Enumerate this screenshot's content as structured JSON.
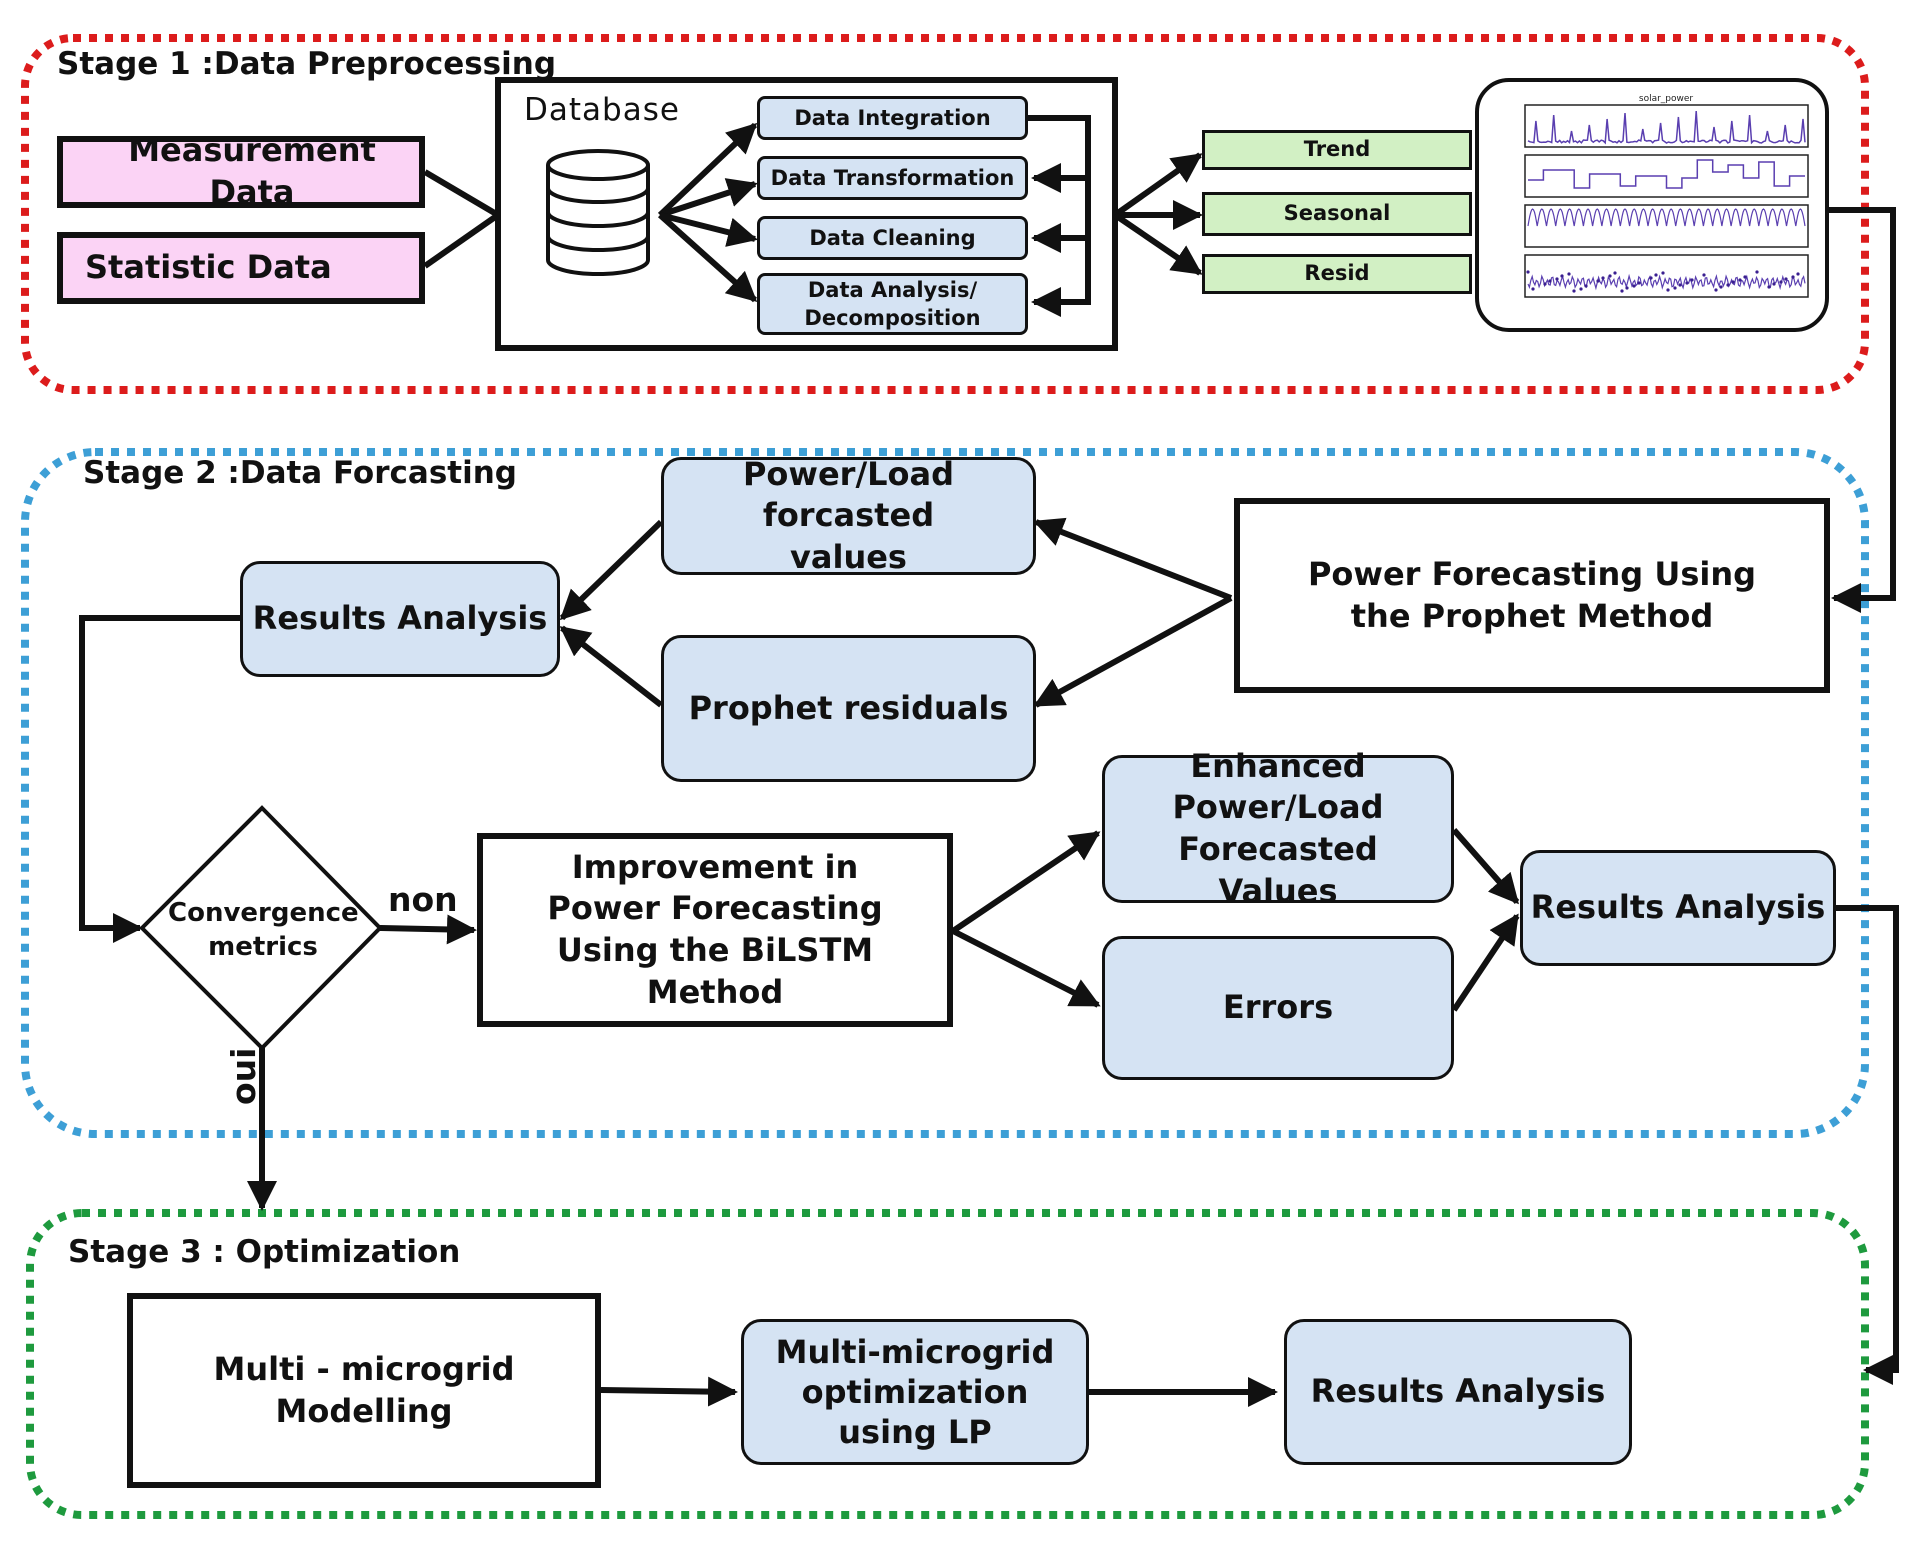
{
  "stage1": {
    "title": "Stage 1 :Data Preprocessing",
    "measurement": "Measurement Data",
    "statistic": "Statistic Data",
    "database": "Database",
    "steps": [
      "Data Integration",
      "Data Transformation",
      "Data Cleaning",
      "Data Analysis/ Decomposition"
    ],
    "components": [
      "Trend",
      "Seasonal",
      "Resid"
    ],
    "plot_title": "solar_power"
  },
  "stage2": {
    "title": "Stage 2 :Data Forcasting",
    "prophet": "Power Forecasting Using the Prophet Method",
    "forecasted": "Power/Load forcasted values",
    "residuals": "Prophet residuals",
    "results1": "Results Analysis",
    "convergence": "Convergence metrics",
    "non": "non",
    "oui": "oui",
    "bilstm": "Improvement in Power Forecasting Using the BiLSTM Method",
    "enhanced": "Enhanced Power/Load Forecasted Values",
    "errors": "Errors",
    "results2": "Results Analysis"
  },
  "stage3": {
    "title": "Stage 3 : Optimization",
    "modelling": "Multi - microgrid Modelling",
    "optimization": "Multi-microgrid optimization using LP",
    "results": "Results Analysis"
  },
  "colors": {
    "stage1_border": "#dc1c1c",
    "stage2_border": "#3d9fd6",
    "stage3_border": "#1e9a3e",
    "pink_fill": "#fbd3f5",
    "blue_fill": "#d5e3f3",
    "green_fill": "#d2f0c4",
    "plot_line": "#5a3fb0"
  }
}
